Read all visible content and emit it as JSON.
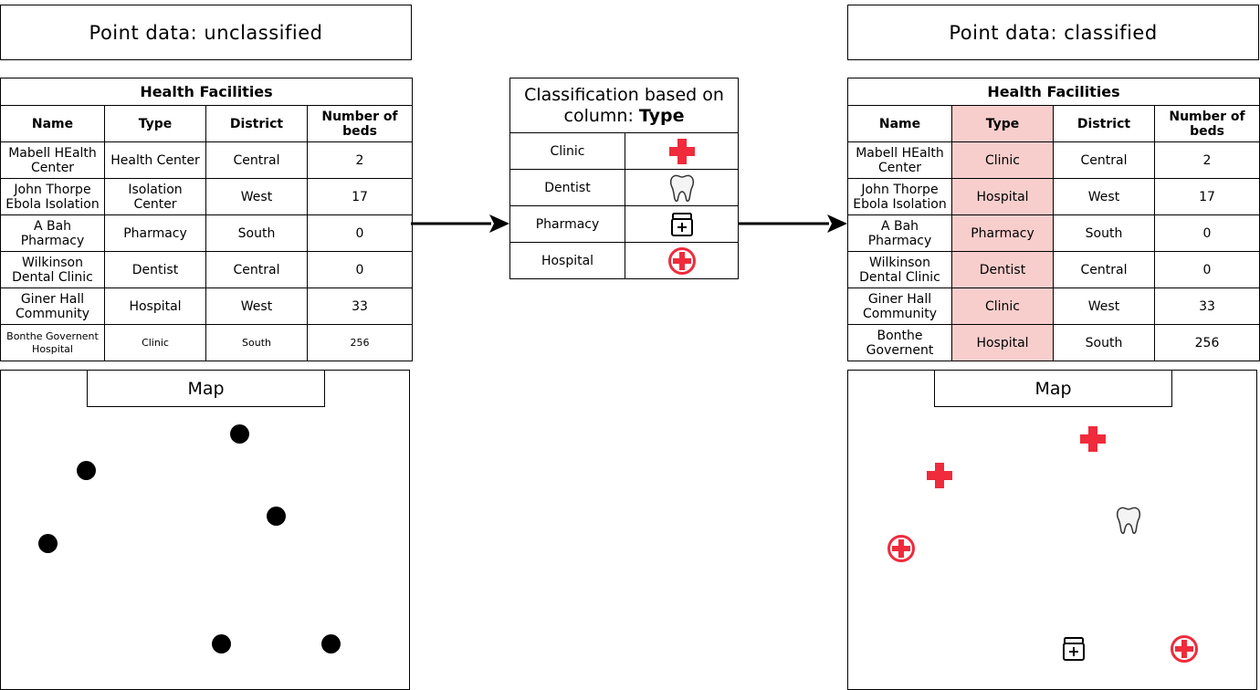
{
  "left": {
    "title": "Point data: unclassified",
    "table": {
      "caption": "Health Facilities",
      "headers": [
        "Name",
        "Type",
        "District",
        "Number of beds"
      ],
      "rows": [
        [
          "Mabell HEalth Center",
          "Health Center",
          "Central",
          "2"
        ],
        [
          "John Thorpe Ebola Isolation",
          "Isolation Center",
          "West",
          "17"
        ],
        [
          "A Bah Pharmacy",
          "Pharmacy",
          "South",
          "0"
        ],
        [
          "Wilkinson Dental Clinic",
          "Dentist",
          "Central",
          "0"
        ],
        [
          "Giner Hall Community",
          "Hospital",
          "West",
          "33"
        ],
        [
          "Bonthe Governent Hospital",
          "Clinic",
          "South",
          "256"
        ]
      ]
    },
    "map_label": "Map"
  },
  "legend": {
    "line1": "Classification based on",
    "line2_prefix": "column: ",
    "line2_bold": "Type",
    "items": [
      {
        "label": "Clinic",
        "icon": "clinic-cross-icon"
      },
      {
        "label": "Dentist",
        "icon": "tooth-icon"
      },
      {
        "label": "Pharmacy",
        "icon": "pharmacy-jar-icon"
      },
      {
        "label": "Hospital",
        "icon": "hospital-circle-cross-icon"
      }
    ]
  },
  "right": {
    "title": "Point data: classified",
    "table": {
      "caption": "Health Facilities",
      "headers": [
        "Name",
        "Type",
        "District",
        "Number of beds"
      ],
      "rows": [
        [
          "Mabell HEalth Center",
          "Clinic",
          "Central",
          "2"
        ],
        [
          "John Thorpe Ebola Isolation",
          "Hospital",
          "West",
          "17"
        ],
        [
          "A Bah Pharmacy",
          "Pharmacy",
          "South",
          "0"
        ],
        [
          "Wilkinson Dental Clinic",
          "Dentist",
          "Central",
          "0"
        ],
        [
          "Giner Hall Community",
          "Clinic",
          "West",
          "33"
        ],
        [
          "Bonthe Governent",
          "Hospital",
          "South",
          "256"
        ]
      ]
    },
    "map_label": "Map"
  },
  "colors": {
    "highlight": "#f8cecc",
    "icon_red": "#ef2b3c",
    "tooth_fill": "#f4f4f4"
  }
}
